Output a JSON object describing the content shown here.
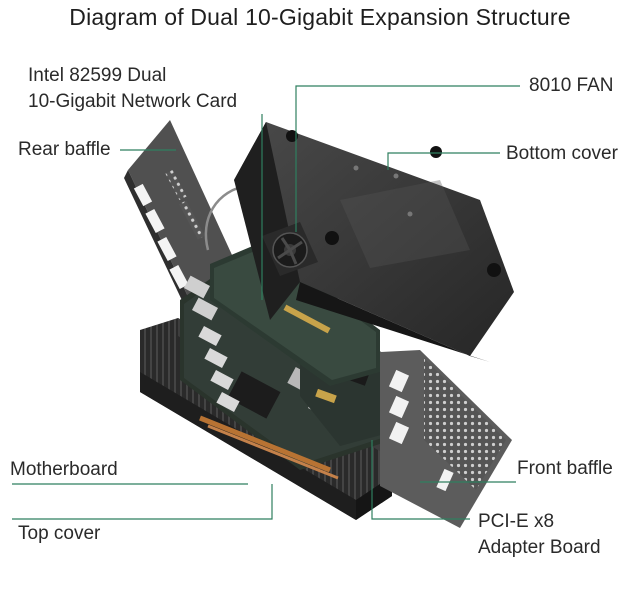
{
  "title": "Diagram of Dual 10-Gigabit Expansion Structure",
  "labels": {
    "network_card_line1": "Intel 82599 Dual",
    "network_card_line2": "10-Gigabit Network Card",
    "fan": "8010 FAN",
    "rear_baffle": "Rear baffle",
    "bottom_cover": "Bottom cover",
    "motherboard": "Motherboard",
    "front_baffle": "Front baffle",
    "top_cover": "Top cover",
    "adapter_line1": "PCI-E x8",
    "adapter_line2": "Adapter Board"
  },
  "colors": {
    "leader_line": "#2f7f5f",
    "metal_dark": "#2b2b2b",
    "metal_mid": "#3a3a3a",
    "baffle": "#4a4a4a",
    "pcb": "#2e3a30",
    "copper": "#b87333"
  }
}
